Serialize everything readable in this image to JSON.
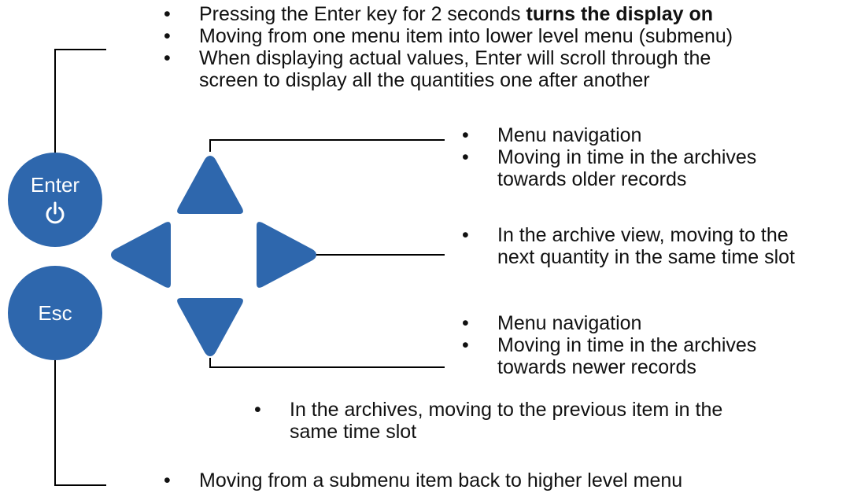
{
  "colors": {
    "button_blue": "#2e67ad",
    "text": "#111111",
    "line": "#000000"
  },
  "buttons": {
    "enter_label": "Enter",
    "esc_label": "Esc"
  },
  "icons": {
    "enter_icon": "power-icon",
    "up": "arrow-up-icon",
    "down": "arrow-down-icon",
    "left": "arrow-left-icon",
    "right": "arrow-right-icon"
  },
  "annotations": {
    "enter": {
      "item1_prefix": "Pressing the Enter key for 2 seconds ",
      "item1_bold": "turns the display on",
      "item2": "Moving from one menu item into lower level menu (submenu)",
      "item3_line1": "When displaying actual values, Enter will scroll through the",
      "item3_line2": "screen to display all the quantities one after another"
    },
    "up": {
      "item1": "Menu navigation",
      "item2_line1": "Moving in time in the archives",
      "item2_line2": "towards older records"
    },
    "right": {
      "item1_line1": "In the archive view, moving to the",
      "item1_line2": "next quantity in the same time slot"
    },
    "down": {
      "item1": "Menu navigation",
      "item2_line1": "Moving in time in the archives",
      "item2_line2": "towards newer records"
    },
    "left": {
      "item1_line1": "In the archives, moving to the previous item in the",
      "item1_line2": "same time slot"
    },
    "esc": {
      "item1": "Moving from a submenu item back to higher level menu"
    }
  }
}
